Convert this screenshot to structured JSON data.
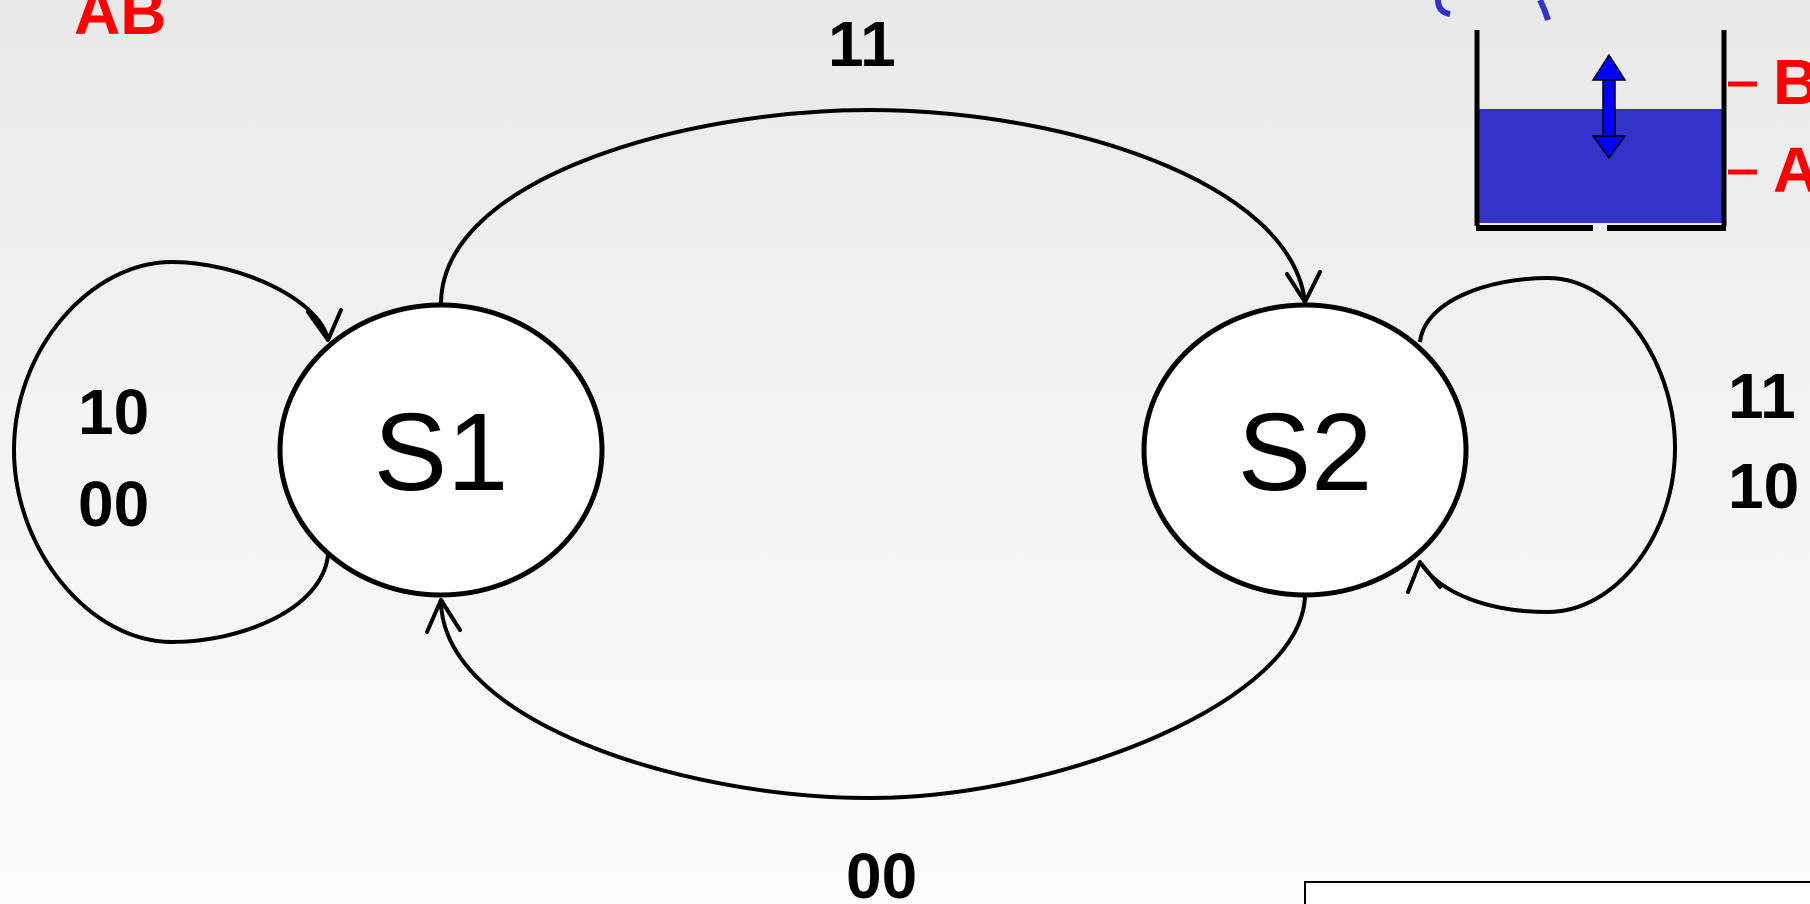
{
  "corner_label": "AB",
  "states": [
    {
      "id": "S1",
      "label": "S1"
    },
    {
      "id": "S2",
      "label": "S2"
    }
  ],
  "transitions": [
    {
      "from": "S1",
      "to": "S2",
      "label": "11"
    },
    {
      "from": "S2",
      "to": "S1",
      "label": "00"
    },
    {
      "from": "S1",
      "to": "S1",
      "labels": [
        "10",
        "00"
      ]
    },
    {
      "from": "S2",
      "to": "S2",
      "labels": [
        "11",
        "10"
      ]
    }
  ],
  "tank": {
    "sensor_b_label": "B",
    "sensor_a_label": "A",
    "water_color": "#3333cc",
    "arrow_color": "#0000ff",
    "sensor_color": "#ff0000"
  }
}
